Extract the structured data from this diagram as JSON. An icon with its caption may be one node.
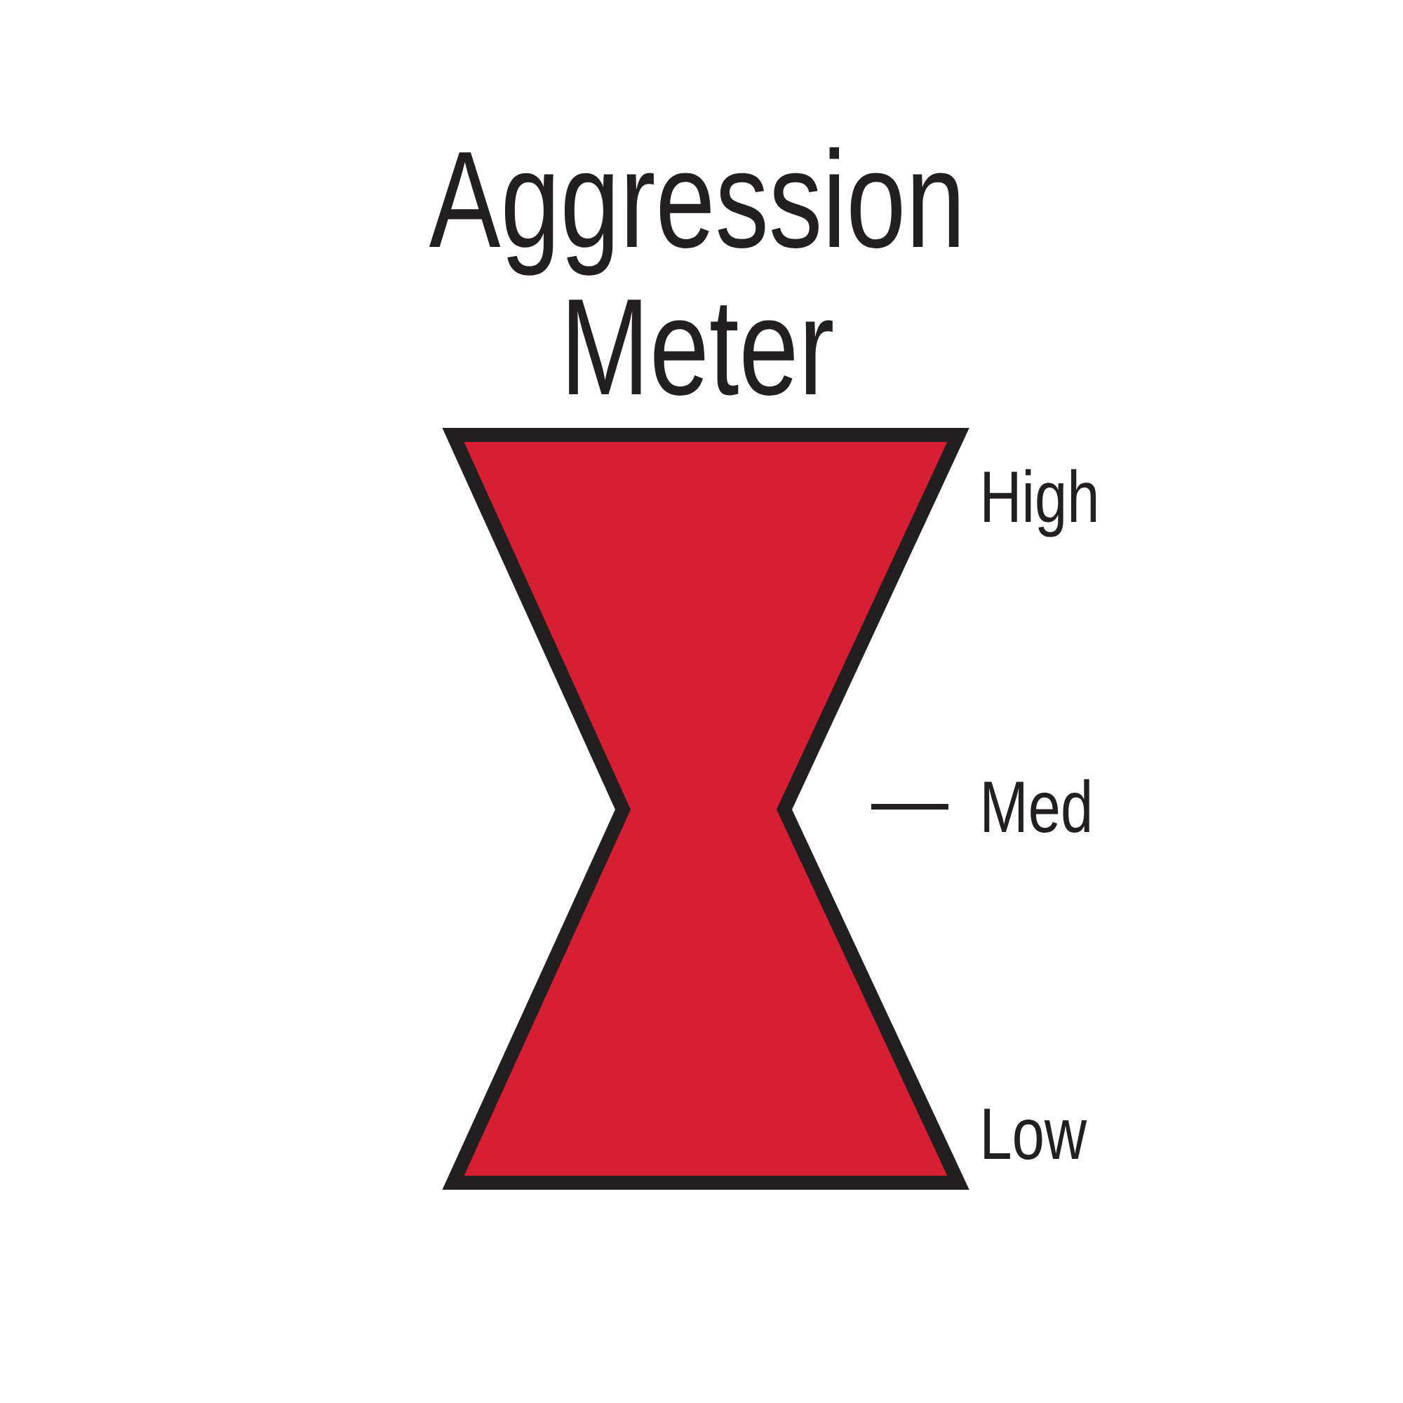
{
  "diagram": {
    "title": "Aggression Meter",
    "labels": [
      "High",
      "Med",
      "Low"
    ]
  }
}
